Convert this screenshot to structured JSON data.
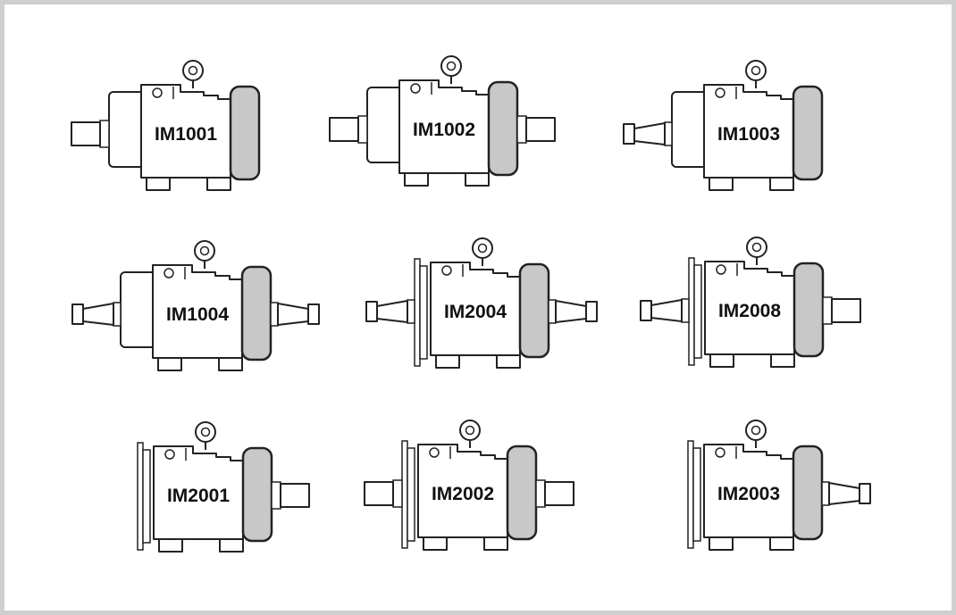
{
  "colors": {
    "page_border": "#cfcfcf",
    "background": "#ffffff",
    "outline": "#222222",
    "fan_cover": "#c8c8c8"
  },
  "motors": [
    {
      "label": "IM1001",
      "rear_body": true,
      "flange": false,
      "front_shaft": "cylindrical",
      "rear_shaft": "none"
    },
    {
      "label": "IM1002",
      "rear_body": true,
      "flange": false,
      "front_shaft": "cylindrical",
      "rear_shaft": "cylindrical"
    },
    {
      "label": "IM1003",
      "rear_body": true,
      "flange": false,
      "front_shaft": "conical",
      "rear_shaft": "none"
    },
    {
      "label": "IM1004",
      "rear_body": true,
      "flange": false,
      "front_shaft": "conical",
      "rear_shaft": "conical"
    },
    {
      "label": "IM2004",
      "rear_body": false,
      "flange": true,
      "front_shaft": "conical",
      "rear_shaft": "conical"
    },
    {
      "label": "IM2008",
      "rear_body": false,
      "flange": true,
      "front_shaft": "conical",
      "rear_shaft": "cylindrical"
    },
    {
      "label": "IM2001",
      "rear_body": false,
      "flange": true,
      "front_shaft": "none",
      "rear_shaft": "cylindrical"
    },
    {
      "label": "IM2002",
      "rear_body": false,
      "flange": true,
      "front_shaft": "cylindrical",
      "rear_shaft": "cylindrical"
    },
    {
      "label": "IM2003",
      "rear_body": false,
      "flange": true,
      "front_shaft": "none",
      "rear_shaft": "conical"
    }
  ]
}
